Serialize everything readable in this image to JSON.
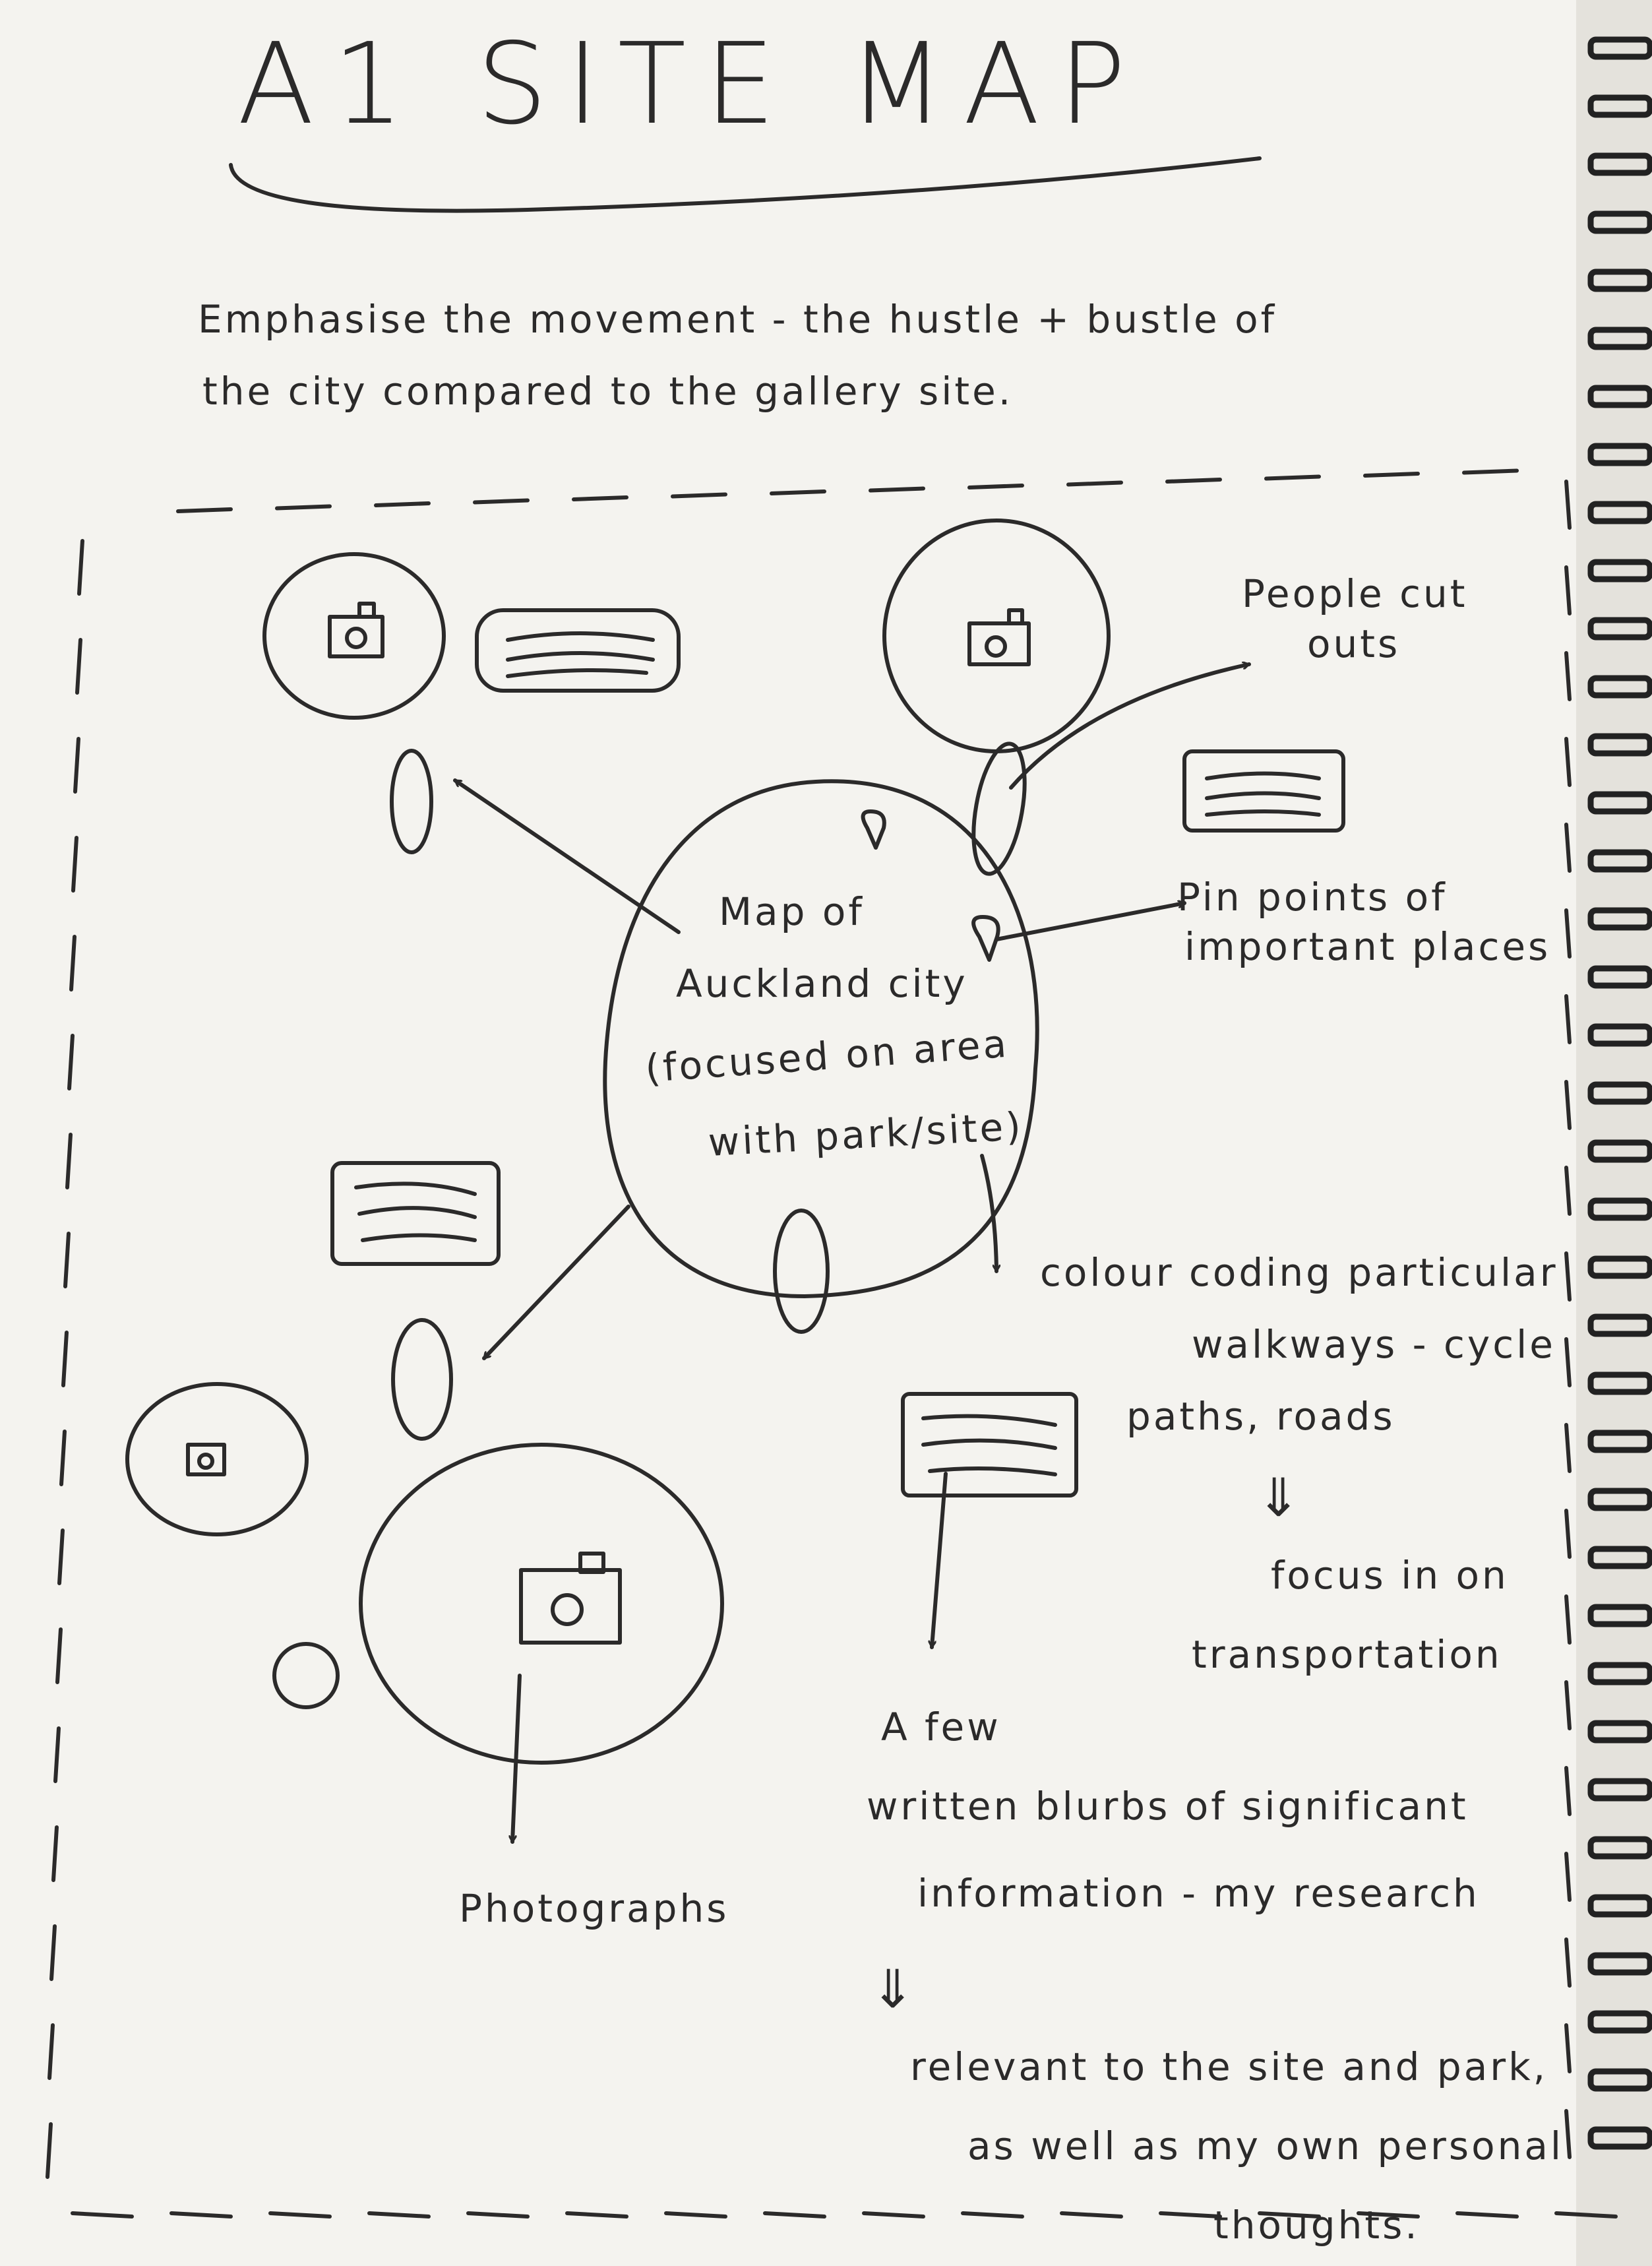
{
  "title": "A1 SITE MAP",
  "intro": {
    "line1": "Emphasise the movement - the hustle + bustle of",
    "line2": "the city compared to the gallery site."
  },
  "center_map": {
    "line1": "Map of",
    "line2": "Auckland city",
    "line3": "(focused on area",
    "line4": "with park/site)"
  },
  "notes": {
    "people": [
      "People cut",
      "outs"
    ],
    "pins": [
      "Pin points of",
      "important places"
    ],
    "colour": [
      "colour coding particular",
      "walkways - cycle",
      "paths, roads"
    ],
    "arrow_down": "⇓",
    "transport": [
      "focus in on",
      "transportation"
    ],
    "blurbs": [
      "A few",
      "written blurbs of significant",
      "information - my research"
    ],
    "relevant": [
      "relevant to the site and park,",
      "as well as my own personal",
      "thoughts."
    ],
    "photographs": "Photographs"
  },
  "colors": {
    "paper": "#f4f3ef",
    "ink": "#2b2a2a",
    "binding": "#222222"
  }
}
